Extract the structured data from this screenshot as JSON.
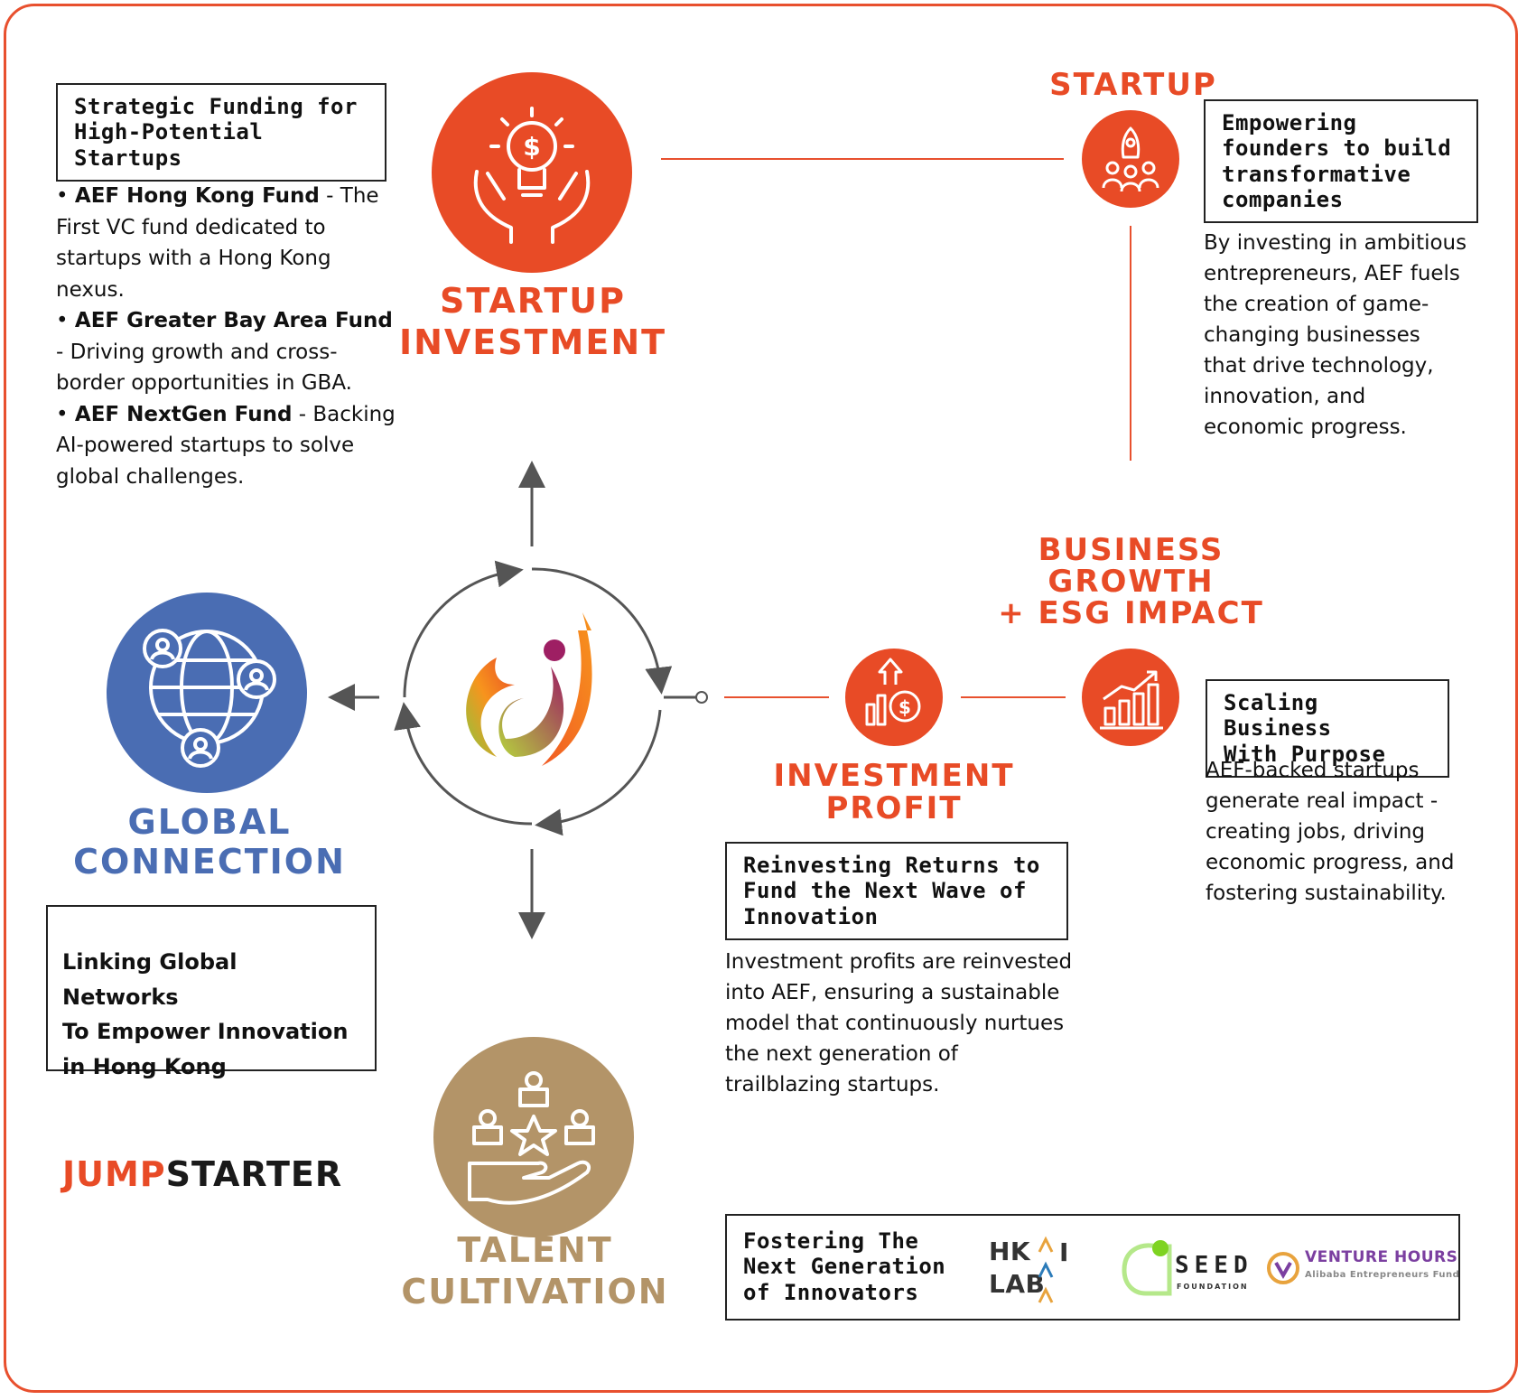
{
  "colors": {
    "orange": "#E84B26",
    "blue": "#4A6DB3",
    "gold": "#B39468",
    "line": "#E8502E",
    "arrow": "#555555"
  },
  "startup_investment": {
    "icon": "hands-lightbulb-dollar-icon",
    "title": "STARTUP\nINVESTMENT",
    "box": "Strategic Funding for\nHigh-Potential Startups",
    "bullets": [
      {
        "name": "AEF Hong Kong Fund",
        "text": " - The First VC fund dedicated to startups with a Hong Kong nexus."
      },
      {
        "name": "AEF Greater Bay Area Fund",
        "text": " - Driving growth and cross-border opportunities in GBA."
      },
      {
        "name": "AEF NextGen Fund",
        "text": " - Backing AI-powered startups to solve global challenges."
      }
    ]
  },
  "startup": {
    "icon": "rocket-team-icon",
    "title": "STARTUP",
    "box": "Empowering\nfounders to build\ntransformative\ncompanies",
    "body": "By investing in ambitious\nentrepreneurs, AEF fuels\nthe creation of game-\nchanging businesses\nthat drive technology,\ninnovation, and\neconomic progress."
  },
  "business_growth": {
    "icon": "growth-chart-icon",
    "title": "BUSINESS\nGROWTH\n+ ESG IMPACT",
    "box": "Scaling Business\nWith Purpose",
    "body": "AEF-backed startups\ngenerate real impact -\ncreating jobs, driving\neconomic progress, and\nfostering sustainability."
  },
  "investment_profit": {
    "icon": "profit-coin-icon",
    "title": "INVESTMENT\nPROFIT",
    "box": "Reinvesting Returns to\nFund the Next Wave of\nInnovation",
    "body": "Investment profits are reinvested\ninto AEF, ensuring a sustainable\nmodel that continuously nurtues\nthe next generation of\ntrailblazing startups."
  },
  "global_connection": {
    "icon": "globe-people-icon",
    "title": "GLOBAL\nCONNECTION",
    "box": "Linking Global Networks\nTo Empower Innovation\nin Hong Kong",
    "logo_text": "JUMPSTARTER",
    "logo_part1": "JUMP",
    "logo_part2": "STARTER"
  },
  "talent_cultivation": {
    "icon": "hand-star-people-icon",
    "title": "TALENT\nCULTIVATION",
    "box": "Fostering The\nNext Generation\nof Innovators",
    "logos": [
      {
        "name": "HKAI LAB",
        "line1": "HK",
        "line2": "LAB"
      },
      {
        "name": "SEED FOUNDATION",
        "main": "SEED",
        "sub": "FOUNDATION"
      },
      {
        "name": "VENTURE HOURS",
        "main": "VENTURE HOURS",
        "sub": "Alibaba Entrepreneurs Fund"
      }
    ]
  },
  "center_logo": "aef-flame-logo-icon"
}
